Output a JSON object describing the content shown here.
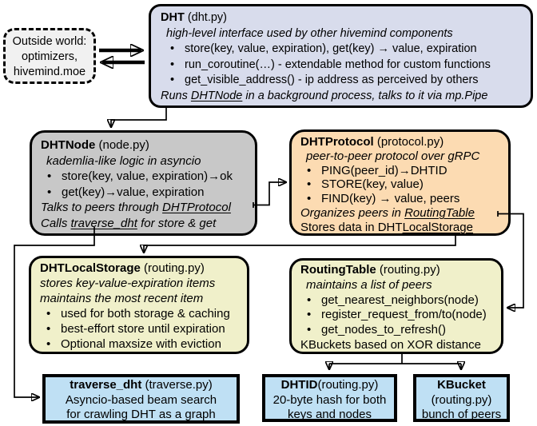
{
  "colors": {
    "border": "#000000",
    "dht_fill": "#d8dcec",
    "node_fill": "#c8c8c8",
    "protocol_fill": "#fcdbb2",
    "storage_fill": "#f0f0ca",
    "bottom_fill": "#bfe0f4",
    "outside_fill": "#f1f1f1"
  },
  "outside_world": {
    "lines": [
      "Outside world:",
      "optimizers,",
      "hivemind.moe"
    ]
  },
  "dht": {
    "title": "DHT",
    "file": " (dht.py)",
    "subtitle": "high-level interface used by other hivemind components",
    "bullets": [
      "store(key, value, expiration), get(key) → value, expiration",
      "run_coroutine(…) - extendable method for custom functions",
      "get_visible_address() - ip address as perceived by others"
    ],
    "footer": {
      "prefix": "Runs ",
      "link": "DHTNode",
      "suffix": " in a background process, talks to it via mp.Pipe"
    }
  },
  "dht_node": {
    "title": "DHTNode",
    "file": " (node.py)",
    "subtitle": "kademlia-like logic in asyncio",
    "bullets": [
      "store(key, value, expiration)→ok",
      "get(key)→value, expiration"
    ],
    "line_protocol": {
      "prefix": "Talks to peers through ",
      "link": "DHTProtocol"
    },
    "line_traverse": {
      "prefix": "Calls ",
      "link": "traverse_dht",
      "suffix": " for store & get"
    }
  },
  "dht_protocol": {
    "title": "DHTProtocol",
    "file": " (protocol.py)",
    "subtitle": "peer-to-peer protocol over gRPC",
    "bullets": [
      "PING(peer_id)→DHTID",
      "STORE(key, value)",
      "FIND(key) → value, peers"
    ],
    "line_routing": {
      "prefix": "Organizes peers in ",
      "link": "RoutingTable"
    },
    "line_storage": {
      "prefix": "Stores data in DHT",
      "link": "LocalStorage"
    }
  },
  "dht_local_storage": {
    "title": "DHTLocalStorage",
    "file": " (routing.py)",
    "subtitle_lines": [
      "stores key-value-expiration items",
      "maintains the most recent item"
    ],
    "bullets": [
      "used for both storage & caching",
      "best-effort store until expiration",
      "Optional maxsize with eviction"
    ]
  },
  "routing_table": {
    "title": "RoutingTable",
    "file": " (routing.py)",
    "subtitle": "maintains a list of peers",
    "bullets": [
      "get_nearest_neighbors(node)",
      "register_request_from/to(node)",
      "get_nodes_to_refresh()"
    ],
    "footer": "KBuckets based on XOR distance"
  },
  "traverse_dht": {
    "title": "traverse_dht",
    "file": " (traverse.py)",
    "lines": [
      "Asyncio-based beam search",
      "for crawling DHT as a graph"
    ]
  },
  "dhtid": {
    "title": "DHTID",
    "file": "(routing.py)",
    "lines": [
      "20-byte hash for both",
      "keys and nodes"
    ]
  },
  "kbucket": {
    "title": "KBucket",
    "file": "(routing.py)",
    "lines": [
      "bunch of peers"
    ]
  }
}
